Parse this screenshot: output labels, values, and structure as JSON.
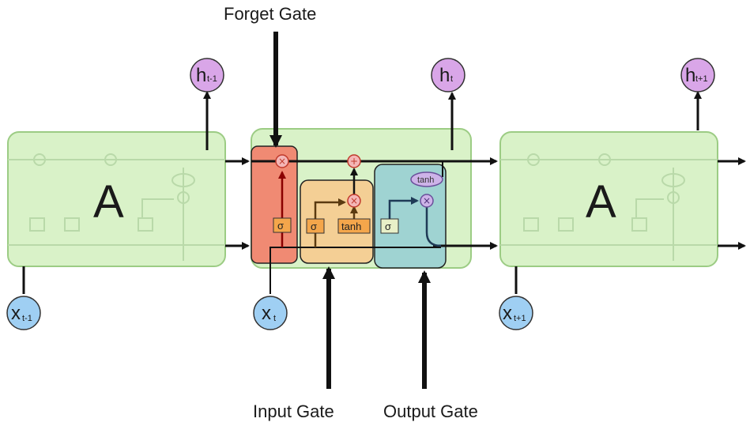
{
  "labels": {
    "forget_gate": "Forget Gate",
    "input_gate": "Input Gate",
    "output_gate": "Output Gate"
  },
  "cells": {
    "left_label": "A",
    "right_label": "A"
  },
  "nodes": {
    "h_prev": {
      "main": "h",
      "sub": "t-1"
    },
    "h_curr": {
      "main": "h",
      "sub": "t"
    },
    "h_next": {
      "main": "h",
      "sub": "t+1"
    },
    "x_prev": {
      "main": "x",
      "sub": "t-1"
    },
    "x_curr": {
      "main": "x",
      "sub": "t"
    },
    "x_next": {
      "main": "x",
      "sub": "t+1"
    }
  },
  "ops": {
    "sigma": "σ",
    "tanh": "tanh",
    "times": "×",
    "plus": "+"
  },
  "colors": {
    "cell_fill": "#d9f2c8",
    "cell_stroke": "#9ccc84",
    "forget_fill": "#f08a73",
    "input_fill": "#f4cf95",
    "output_fill": "#9fd3d2",
    "h_node": "#d9a6e8",
    "x_node": "#9fcff3"
  }
}
